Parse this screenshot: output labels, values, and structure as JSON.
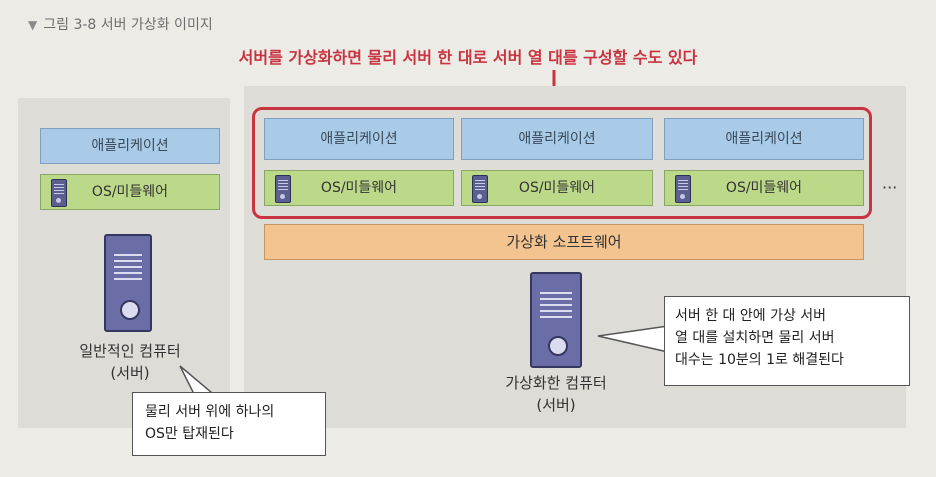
{
  "caption": "그림 3-8 서버 가상화 이미지",
  "headline": "서버를 가상화하면 물리 서버 한 대로 서버 열 대를 구성할 수도 있다",
  "left": {
    "app_label": "애플리케이션",
    "os_label": "OS/미들웨어",
    "server_label_line1": "일반적인 컴퓨터",
    "server_label_line2": "(서버)"
  },
  "right": {
    "vms": [
      {
        "app": "애플리케이션",
        "os": "OS/미들웨어"
      },
      {
        "app": "애플리케이션",
        "os": "OS/미들웨어"
      },
      {
        "app": "애플리케이션",
        "os": "OS/미들웨어"
      }
    ],
    "ellipsis": "···",
    "software_bar": "가상화 소프트웨어",
    "server_label_line1": "가상화한 컴퓨터",
    "server_label_line2": "(서버)"
  },
  "callouts": {
    "left_line1": "물리 서버 위에 하나의",
    "left_line2": "OS만 탑재된다",
    "right_line1": "서버 한 대 안에 가상 서버",
    "right_line2": "열 대를 설치하면 물리 서버",
    "right_line3": "대수는 10분의 1로 해결된다"
  },
  "colors": {
    "accent_red": "#c8343f",
    "app_blue": "#a9cbe8",
    "os_green": "#bcd98a",
    "software_orange": "#f3c490",
    "server_purple": "#6b6ea6"
  }
}
